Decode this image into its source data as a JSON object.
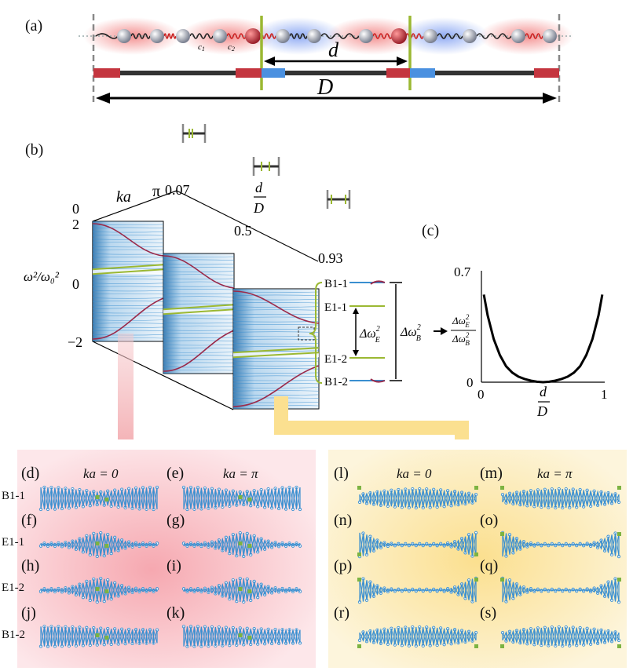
{
  "panel_labels": {
    "a": "(a)",
    "b": "(b)",
    "c": "(c)",
    "d": "(d)",
    "e": "(e)",
    "f": "(f)",
    "g": "(g)",
    "h": "(h)",
    "i": "(i)",
    "j": "(j)",
    "k": "(k)",
    "l": "(l)",
    "m": "(m)",
    "n": "(n)",
    "o": "(o)",
    "p": "(p)",
    "q": "(q)",
    "r": "(r)",
    "s": "(s)"
  },
  "panel_a": {
    "spring_label_1": "c",
    "spring_label_1_sub": "1",
    "spring_label_2": "c",
    "spring_label_2_sub": "2",
    "d_label": "d",
    "D_label": "D"
  },
  "panel_b": {
    "ka_label": "ka",
    "pi_label": "π",
    "zero_label": "0",
    "y_top": "2",
    "y_mid": "0",
    "y_bot": "−2",
    "y_axis_label": "ω²/ω₀²",
    "d_over_D_num": "d",
    "d_over_D_den": "D",
    "slice_values": [
      "0.07",
      "0.5",
      "0.93"
    ],
    "band_labels": [
      "B1-1",
      "E1-1",
      "E1-2",
      "B1-2"
    ],
    "delta_E": "Δω",
    "delta_E_sub": "E",
    "delta_B": "Δω",
    "delta_B_sub": "B",
    "sup2": "2"
  },
  "panel_c": {
    "y_top": "0.7",
    "y_bottom": "0",
    "x_left": "0",
    "x_right": "1",
    "x_num": "d",
    "x_den": "D",
    "ratio_num": "Δω",
    "ratio_num_sub": "E",
    "ratio_den": "Δω",
    "ratio_den_sub": "B",
    "sup2": "2"
  },
  "chart_data": {
    "type": "line",
    "title": "",
    "xlabel": "d/D",
    "ylabel": "Δω_E² / Δω_B²",
    "xlim": [
      0,
      1
    ],
    "ylim": [
      0,
      0.7
    ],
    "series": [
      {
        "x": [
          0.02,
          0.05,
          0.1,
          0.15,
          0.2,
          0.25,
          0.3,
          0.35,
          0.4,
          0.45,
          0.5,
          0.55,
          0.6,
          0.65,
          0.7,
          0.75,
          0.8,
          0.85,
          0.9,
          0.95,
          0.98
        ],
        "values": [
          0.55,
          0.42,
          0.27,
          0.17,
          0.1,
          0.06,
          0.035,
          0.02,
          0.01,
          0.003,
          0.0,
          0.003,
          0.01,
          0.02,
          0.035,
          0.06,
          0.1,
          0.17,
          0.27,
          0.42,
          0.55
        ]
      }
    ]
  },
  "mode_panels": {
    "left_headers": [
      "ka = 0",
      "ka = π"
    ],
    "right_headers": [
      "ka = 0",
      "ka = π"
    ],
    "row_labels": [
      "B1-1",
      "E1-1",
      "E1-2",
      "B1-2"
    ]
  },
  "colors": {
    "chain_blue": "#3a8fd0",
    "olive": "#9bb832",
    "crimson": "#9b2a4a",
    "pink_bg": "#f6c9cc",
    "yellow_bg": "#fbe7a8",
    "red_glow": "#f08080",
    "blue_glow": "#80a8f0"
  }
}
